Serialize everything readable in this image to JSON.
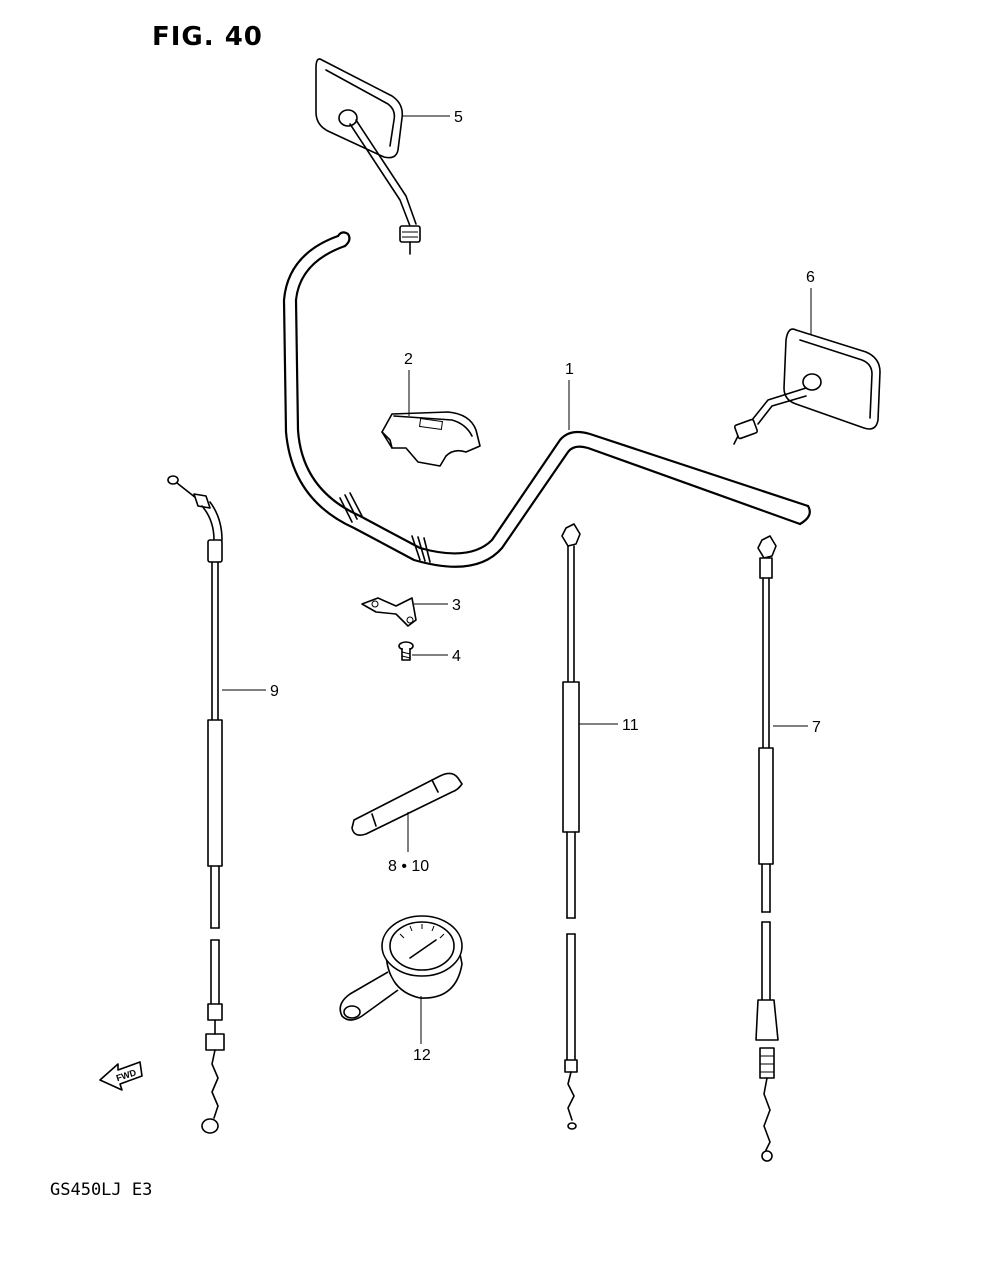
{
  "figure": {
    "title": "FIG. 40",
    "model_code": "GS450LJ E3",
    "fwd_label": "FWD"
  },
  "callouts": [
    {
      "id": "c1",
      "label": "1"
    },
    {
      "id": "c2",
      "label": "2"
    },
    {
      "id": "c3",
      "label": "3"
    },
    {
      "id": "c4",
      "label": "4"
    },
    {
      "id": "c5",
      "label": "5"
    },
    {
      "id": "c6",
      "label": "6"
    },
    {
      "id": "c7",
      "label": "7"
    },
    {
      "id": "c8-10",
      "label": "8 • 10"
    },
    {
      "id": "c9",
      "label": "9"
    },
    {
      "id": "c11",
      "label": "11"
    },
    {
      "id": "c12",
      "label": "12"
    }
  ]
}
